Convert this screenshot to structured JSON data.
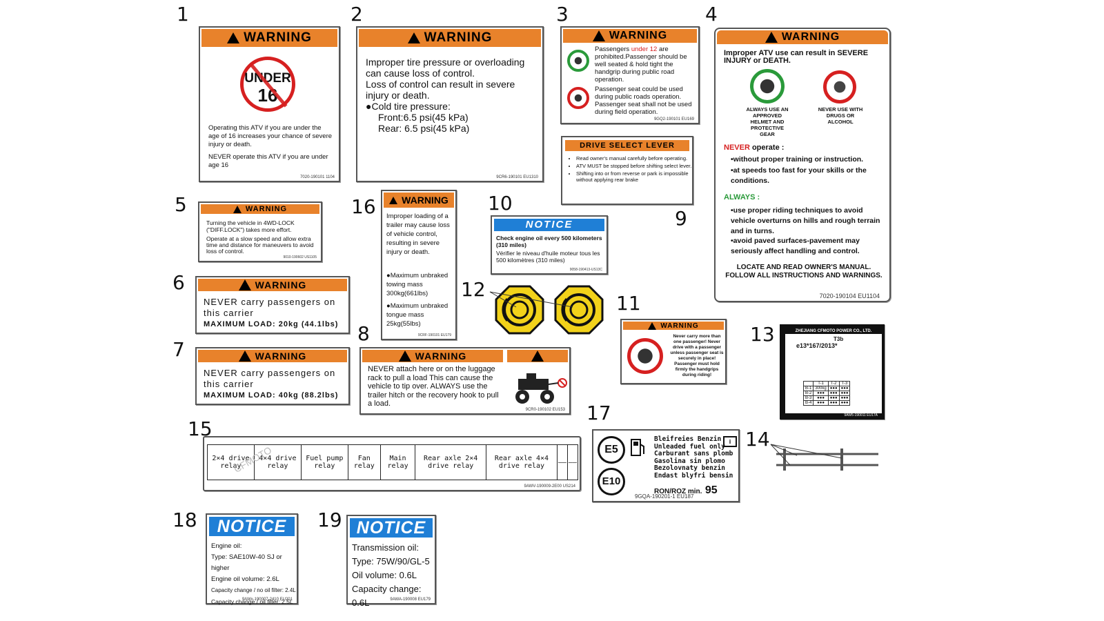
{
  "numbers": [
    "1",
    "2",
    "3",
    "4",
    "5",
    "6",
    "7",
    "8",
    "9",
    "10",
    "11",
    "12",
    "13",
    "14",
    "15",
    "16",
    "17",
    "18",
    "19"
  ],
  "warning_word": "WARNING",
  "notice_word": "NOTICE",
  "l1": {
    "under": "UNDER",
    "age": "16",
    "text": "Operating this ATV if you are under the age of 16 increases your chance of severe injury or death.",
    "never": "NEVER operate this ATV if you are under age 16",
    "code": "7020-190101  1104"
  },
  "l2": {
    "line1": "Improper tire pressure or overloading can cause loss of control.",
    "line2": "Loss of control can result in severe injury or death.",
    "cold": "●Cold tire pressure:",
    "front": "Front:6.5 psi(45 kPa)",
    "rear": "Rear: 6.5 psi(45 kPa)",
    "code": "9CR6-190101  EU1310"
  },
  "l3": {
    "p1_pre": "Passengers ",
    "p1_red": "under 12",
    "p1_post": " are prohibited.Passenger should be well seated & hold tight the handgrip during public road operation.",
    "p2": "Passenger seat could be used during public roads operation. Passenger seat shall not be used during field operation.",
    "code": "9GQ2-190101  EU169"
  },
  "l4": {
    "intro": "Improper ATV use can result in SEVERE INJURY or DEATH.",
    "always_icon": "ALWAYS USE AN APPROVED HELMET AND PROTECTIVE GEAR",
    "never_icon": "NEVER USE WITH DRUGS OR ALCOHOL",
    "never_head": "NEVER",
    "never_rest": " operate :",
    "never_items": [
      "•without proper training or instruction.",
      "•at speeds too fast for your skills or the conditions."
    ],
    "always_head": "ALWAYS :",
    "always_items": [
      "•use proper riding techniques to avoid vehicle overturns on hills and rough terrain and in turns.",
      "•avoid paved surfaces-pavement may seriously affect handling and control."
    ],
    "footer1": "LOCATE AND READ OWNER'S MANUAL.",
    "footer2": "FOLLOW ALL INSTRUCTIONS AND WARNINGS.",
    "code": "7020-190104   EU1104"
  },
  "l5": {
    "p1": "Turning the vehicle in 4WD-LOCK (\"DIFF.LOCK\") takes more effort.",
    "p2": "Operate at a slow speed and allow extra time and distance for maneuvers to avoid loss of control.",
    "code": "9010-190602  US1105"
  },
  "l6": {
    "text": "NEVER carry passengers on this carrier",
    "load": "MAXIMUM LOAD: 20kg (44.1lbs)"
  },
  "l7": {
    "text": "NEVER carry passengers on this carrier",
    "load": "MAXIMUM LOAD: 40kg (88.2lbs)"
  },
  "l8": {
    "text": "NEVER attach here or on the luggage rack to pull a load This can cause the vehicle to tip over. ALWAYS use the trailer hitch or the recovery hook to pull a load.",
    "code": "9CR0-190102  EU153"
  },
  "l9": {
    "title": "DRIVE SELECT LEVER",
    "items": [
      "Read owner's manual carefully before operating.",
      "ATV MUST be stopped before shifting select lever.",
      "Shifting into or from reverse or park is impossible without applying rear brake"
    ]
  },
  "l10": {
    "en": "Check engine oil every 500 kilometers (310 miles)",
    "fr": "Vérifier le niveau d'huile moteur tous les 500 kilomètres (310 miles)",
    "code": "9058-190413-US13C"
  },
  "l11": {
    "text": "Never carry more than one passenger! Never drive with a passenger unless passenger seat is securely in place! Passenger must hold firmly the handgrips during riding!"
  },
  "l13": {
    "maker": "ZHEJIANG CFMOTO POWER CO., LTD.",
    "type": "T3b",
    "cert": "e13*167/2013*",
    "headers": [
      "",
      "T-1",
      "T-2",
      "T-3"
    ],
    "rows": [
      [
        "B-1",
        "300kg",
        "●●●",
        "●●●"
      ],
      [
        "B-2",
        "●●●",
        "●●●",
        "●●●"
      ],
      [
        "B-3",
        "●●●",
        "●●●",
        "●●●"
      ],
      [
        "B-4",
        "●●●",
        "●●●",
        "●●●"
      ]
    ],
    "code": "9AW5-190011  EU17A"
  },
  "l15": {
    "cells": [
      "2×4 drive relay",
      "4×4 drive relay",
      "Fuel pump relay",
      "Fan relay",
      "Main relay",
      "Rear axle 2×4 drive relay",
      "Rear axle 4×4 drive relay",
      "——",
      "——"
    ],
    "watermark": "CFMOTO",
    "code": "9AWV-190009-2E00  US214"
  },
  "l16": {
    "text": "Improper loading of a trailer may cause loss of vehicle control, resulting in severe injury or death.",
    "item1": "●Maximum unbraked towing mass 300kg(661lbs)",
    "item2": "●Maximum unbraked tongue mass 25kg(55lbs)",
    "code": "9CRF-190101  EU179"
  },
  "l17": {
    "e5": "E5",
    "e10": "E10",
    "lines": [
      "Bleifreies Benzin",
      "Unleaded fuel only",
      "Carburant sans plomb",
      "Gasolina sin plomo",
      "Bezolovnaty benzin",
      "Endast blyfri bensin"
    ],
    "ron_label": "RON/ROZ min.",
    "ron": "95",
    "code": "9GQA-190201-1   EU187"
  },
  "l18": {
    "lines": [
      "Engine oil:",
      "Type: SAE10W-40 SJ or higher",
      "Engine oil volume: 2.6L",
      "Capacity change / no oil filter: 2.4L",
      "Capacity change / oil filter: 2.5L"
    ],
    "code": "9AWx-190007-2410  EU201"
  },
  "l19": {
    "lines": [
      "Transmission oil:",
      "Type: 75W/90/GL-5",
      "Oil volume: 0.6L",
      "Capacity change: 0.6L"
    ],
    "code": "9AWA-190008  EU179"
  },
  "colors": {
    "warning_orange": "#e8822b",
    "notice_blue": "#1f7fd6",
    "prohibit_red": "#d62020",
    "ok_green": "#2a9a3a",
    "yellow": "#f2d21a"
  },
  "icons": [
    "warning-triangle-icon",
    "prohibition-circle-icon",
    "passenger-atv-icon",
    "helmet-icon",
    "drugs-alcohol-icon",
    "atv-towing-icon",
    "brake-disc-icon",
    "fuel-pump-icon",
    "manual-book-icon",
    "hook-rod-icon"
  ]
}
